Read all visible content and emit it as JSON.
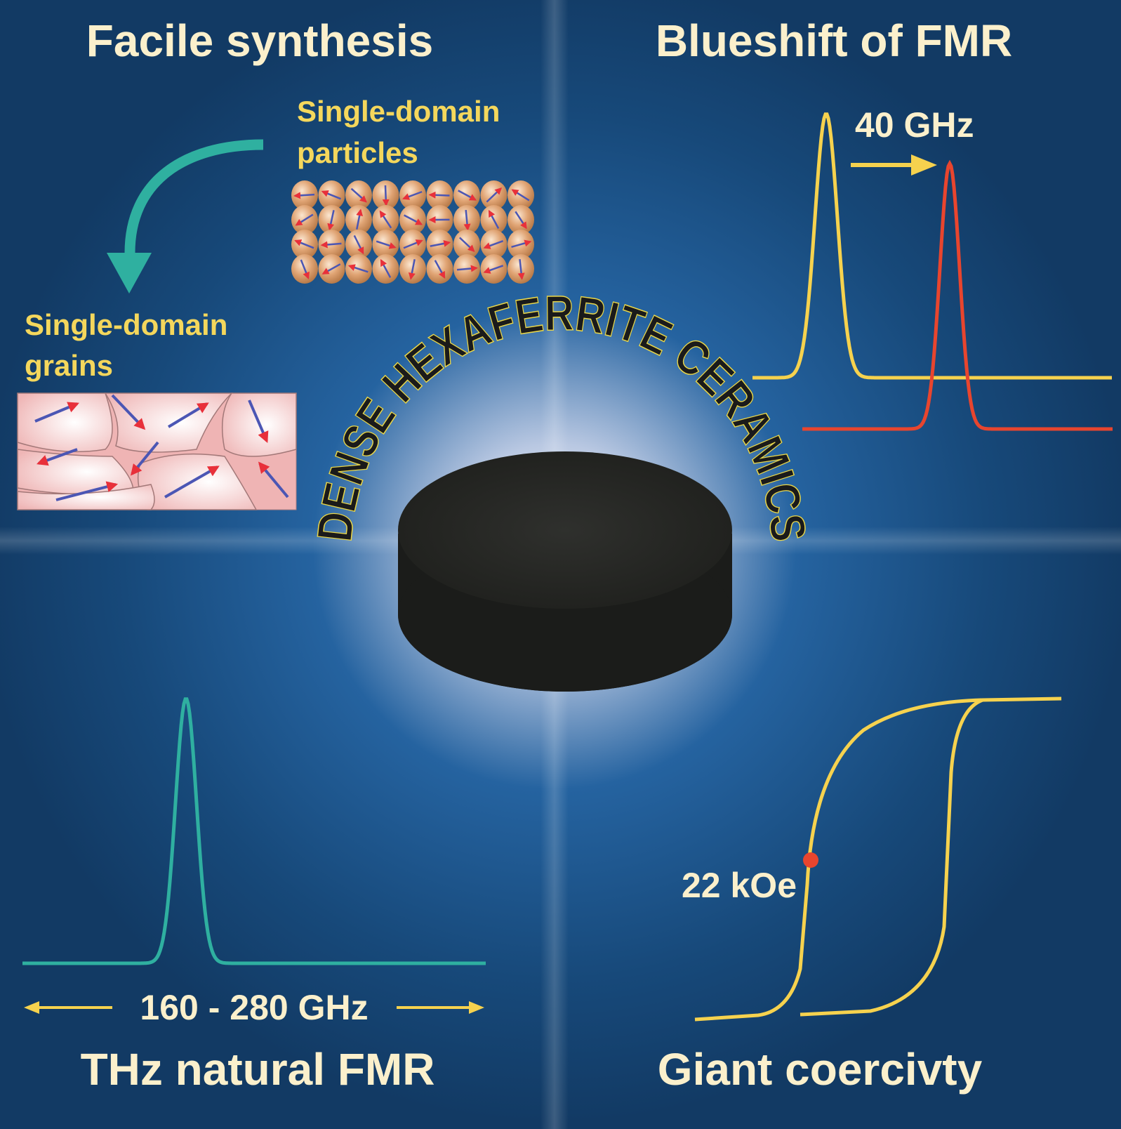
{
  "titles": {
    "top_left": "Facile synthesis",
    "top_right": "Blueshift of FMR",
    "bottom_left": "THz natural FMR",
    "bottom_right": "Giant coercivty"
  },
  "labels": {
    "particles_line1": "Single-domain",
    "particles_line2": "particles",
    "grains_line1": "Single-domain",
    "grains_line2": "grains"
  },
  "values": {
    "shift": "40 GHz",
    "range": "160 - 280 GHz",
    "coercivity": "22 kOe"
  },
  "center_text": "DENSE HEXAFERRITE CERAMICS",
  "colors": {
    "background": "#1a4a78",
    "title": "#fbf0cc",
    "label": "#f4d75c",
    "teal": "#2fb0a0",
    "yellow": "#f6d24e",
    "red": "#e8452e"
  }
}
